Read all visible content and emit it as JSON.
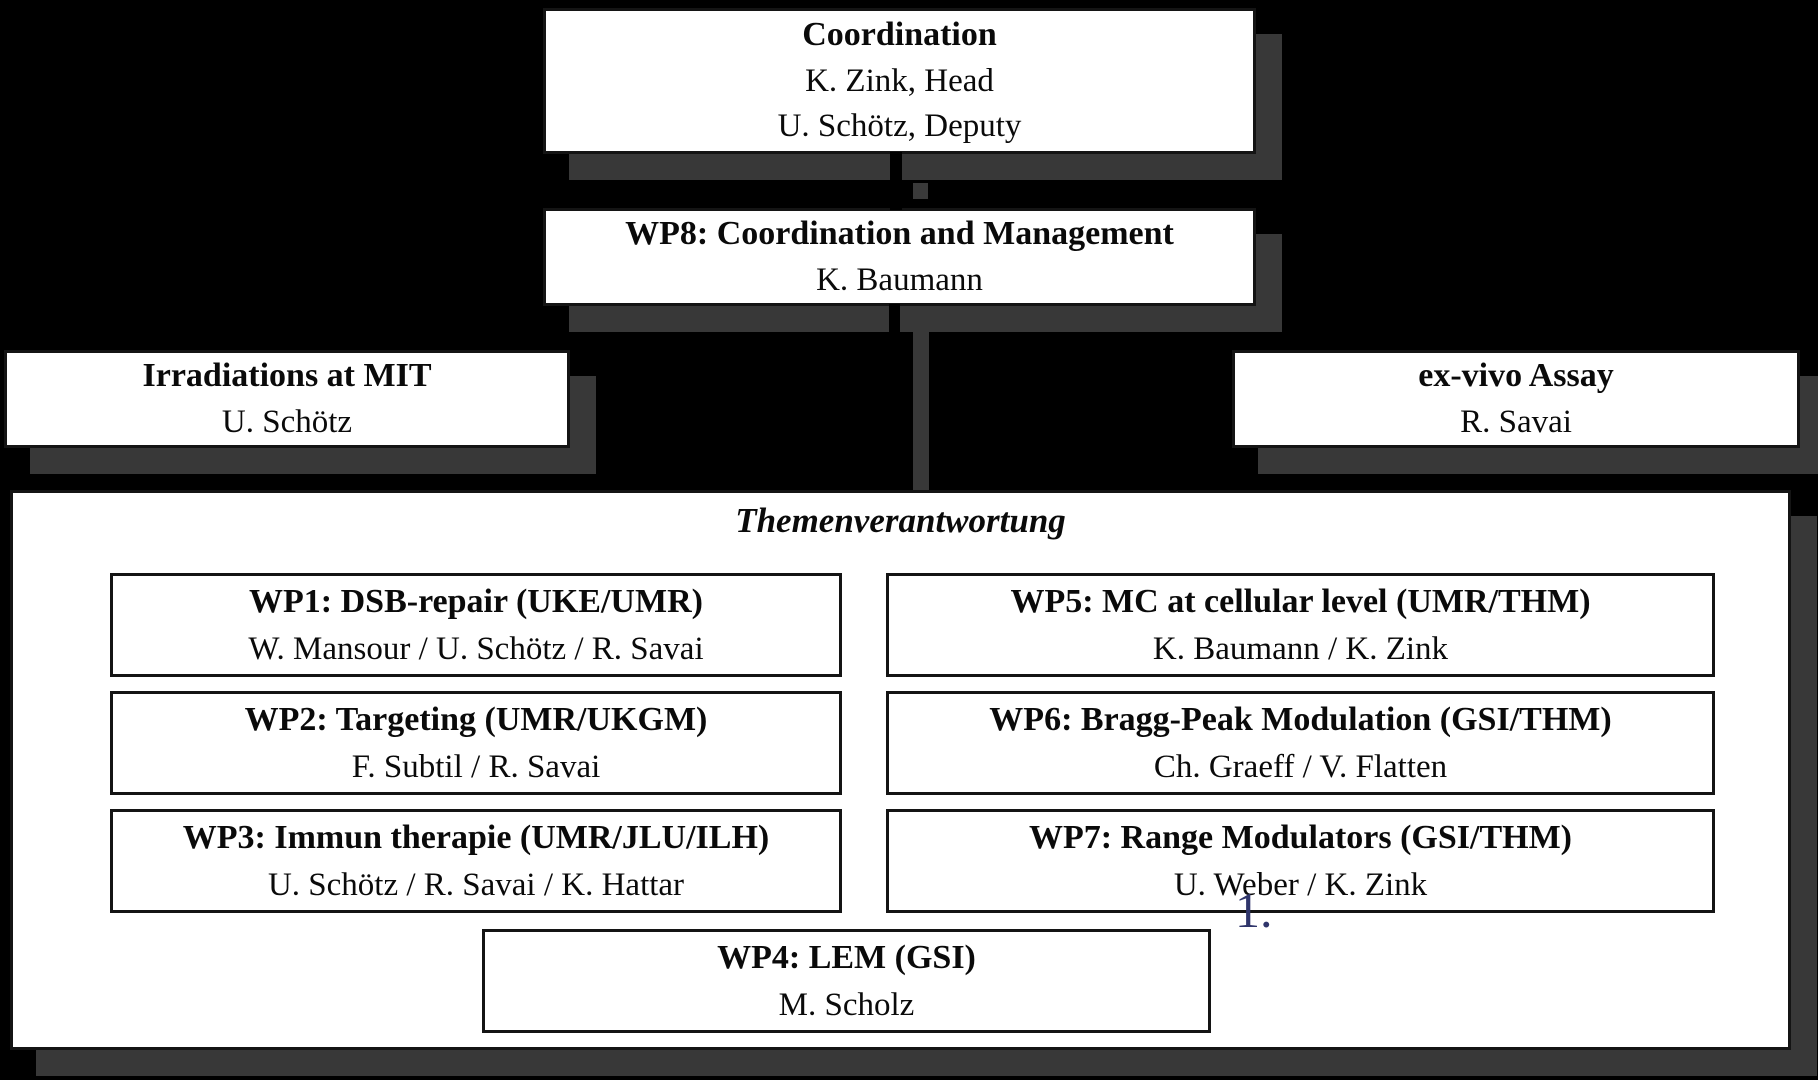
{
  "palette": {
    "background": "#000000",
    "box_background": "#ffffff",
    "box_border": "#141414",
    "shadow": "#383838",
    "marker_color": "#2f356b"
  },
  "org": {
    "coordination": {
      "title": "Coordination",
      "head": "K. Zink, Head",
      "deputy": "U. Schötz, Deputy"
    },
    "wp8": {
      "title": "WP8: Coordination and Management",
      "people": "K. Baumann"
    },
    "irradiations": {
      "title": "Irradiations at MIT",
      "people": "U. Schötz"
    },
    "exvivo": {
      "title": "ex-vivo Assay",
      "people": "R. Savai"
    },
    "theme": {
      "title": "Themenverantwortung",
      "workpackages": [
        {
          "title": "WP1: DSB-repair (UKE/UMR)",
          "people": "W. Mansour / U. Schötz / R. Savai"
        },
        {
          "title": "WP2: Targeting (UMR/UKGM)",
          "people": "F. Subtil / R. Savai"
        },
        {
          "title": "WP3: Immun therapie (UMR/JLU/ILH)",
          "people": "U. Schötz / R. Savai / K. Hattar"
        },
        {
          "title": "WP4: LEM (GSI)",
          "people": "M. Scholz"
        },
        {
          "title": "WP5: MC at cellular level (UMR/THM)",
          "people": "K. Baumann / K. Zink"
        },
        {
          "title": "WP6: Bragg-Peak Modulation (GSI/THM)",
          "people": "Ch. Graeff / V. Flatten"
        },
        {
          "title": "WP7: Range Modulators (GSI/THM)",
          "people": "U. Weber / K. Zink"
        }
      ],
      "marker": "1."
    }
  }
}
